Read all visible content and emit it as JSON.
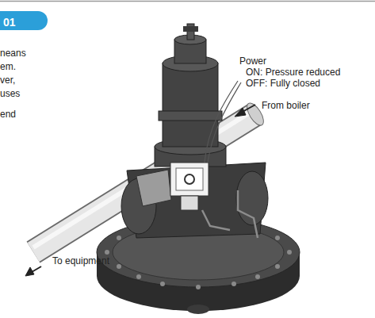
{
  "diagram": {
    "nodes": [
      {
        "text": [
          "01"
        ]
      }
    ],
    "labels": [
      "neans",
      "em.",
      "ver,",
      "uses",
      "end",
      "Power",
      "ON: Pressure reduced",
      "OFF: Fully closed",
      "From boiler",
      "To equipment"
    ]
  }
}
